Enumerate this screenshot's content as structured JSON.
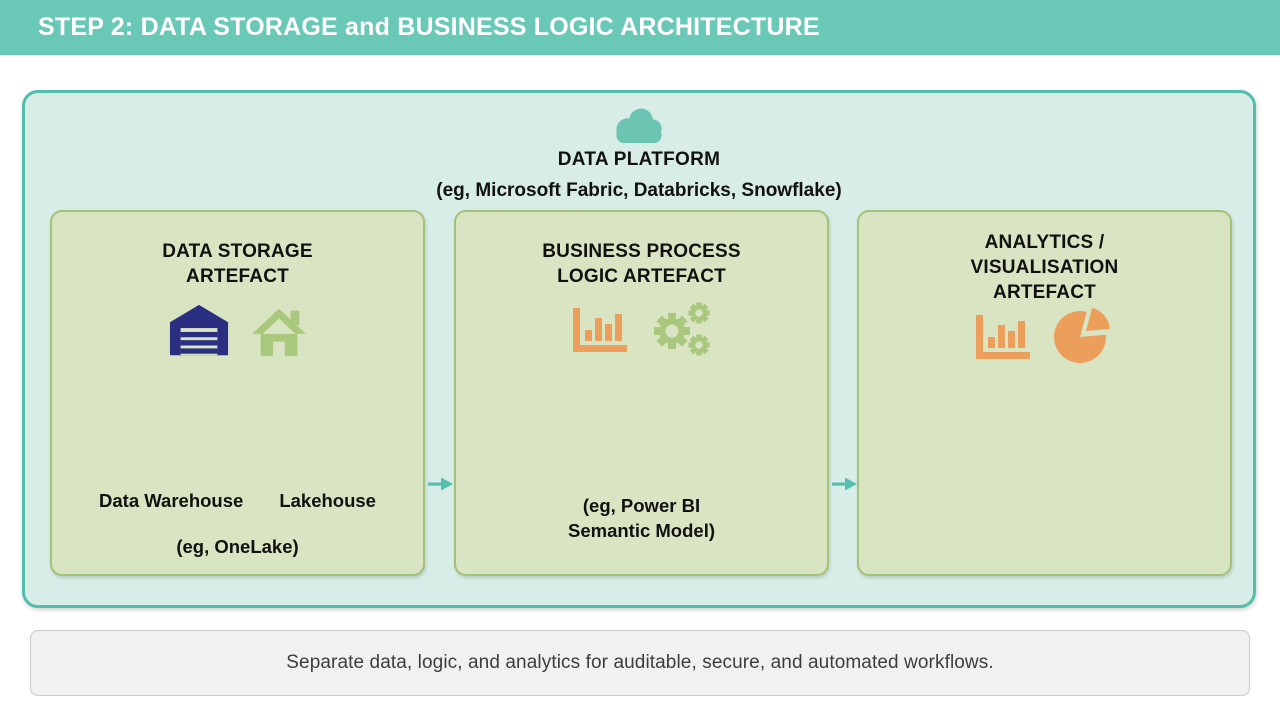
{
  "header": {
    "title": "STEP 2: DATA STORAGE and BUSINESS LOGIC ARCHITECTURE"
  },
  "platform": {
    "title": "DATA PLATFORM",
    "subtitle": "(eg, Microsoft Fabric, Databricks, Snowflake)",
    "cloud_icon": "cloud-icon"
  },
  "cards": [
    {
      "title": "DATA STORAGE\nARTEFACT",
      "icons": [
        "warehouse-icon",
        "house-icon"
      ],
      "labels": [
        "Data Warehouse",
        "Lakehouse"
      ],
      "example": "(eg, OneLake)"
    },
    {
      "title": "BUSINESS PROCESS\nLOGIC ARTEFACT",
      "icons": [
        "bar-chart-icon",
        "gears-icon"
      ],
      "example": "(eg, Power BI\nSemantic Model)"
    },
    {
      "title": "ANALYTICS /\nVISUALISATION\nARTEFACT",
      "icons": [
        "bar-chart-icon",
        "pie-chart-icon"
      ]
    }
  ],
  "flow": {
    "arrow_icon": "arrow-right-icon"
  },
  "footer": {
    "text": "Separate data, logic, and analytics for auditable, secure, and automated workflows."
  },
  "colors": {
    "header_teal": "#6AC8B6",
    "platform_bg": "#D8EDE7",
    "platform_border": "#54BEAC",
    "card_bg": "#D9E4C3",
    "card_border": "#A3C178",
    "icon_navy": "#2B2F82",
    "icon_green": "#A9C87D",
    "icon_orange": "#EC9E5B",
    "footer_bg": "#F1F1F1",
    "footer_border": "#C9C9C9",
    "text_dark": "#111111"
  }
}
